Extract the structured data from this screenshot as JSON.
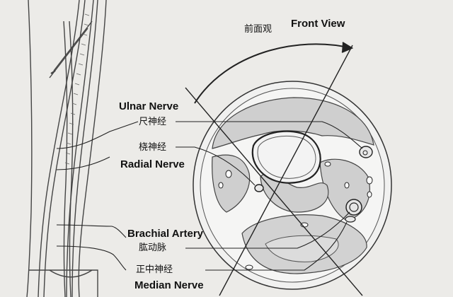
{
  "labels": {
    "front_view_zh": "前面观",
    "front_view_en": "Front View",
    "ulnar_en": "Ulnar Nerve",
    "ulnar_zh": "尺神经",
    "radial_zh": "桡神经",
    "radial_en": "Radial Nerve",
    "brachial_en": "Brachial Artery",
    "brachial_zh": "肱动脉",
    "median_zh": "正中神经",
    "median_en": "Median Nerve"
  },
  "colors": {
    "background": "#ecebe8",
    "line": "#333333",
    "muscle_fill": "#cfcfcf",
    "bone_fill": "#f2f2f2"
  }
}
